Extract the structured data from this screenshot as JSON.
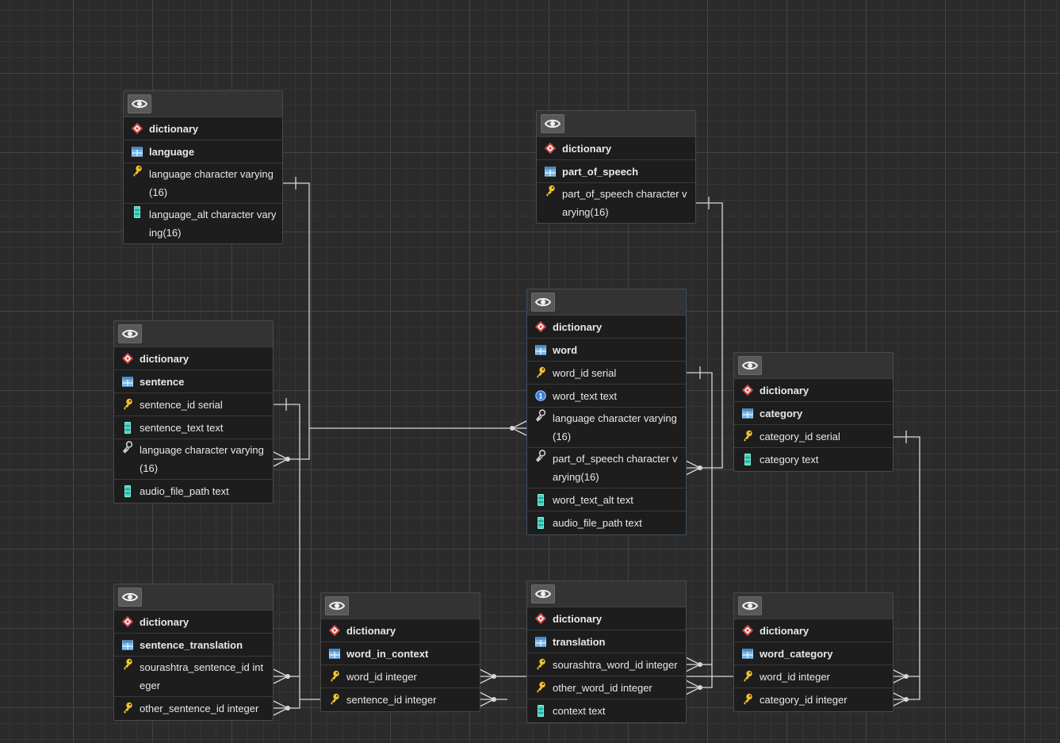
{
  "colors": {
    "canvas": "#2b2b2b",
    "table_bg": "#1d1d1d",
    "header_bg": "#333333",
    "schema_icon": "#d24a4a",
    "table_icon": "#6fb6f0",
    "key_icon": "#f3c12b",
    "column_icon": "#3fd9c2",
    "line": "#d8d8d8"
  },
  "tables": {
    "language": {
      "schema": "dictionary",
      "name": "language",
      "columns": [
        {
          "text": "language character varying (16)",
          "icon": "key-icon"
        },
        {
          "text": "language_alt character varying(16)",
          "icon": "column-icon"
        }
      ]
    },
    "part_of_speech": {
      "schema": "dictionary",
      "name": "part_of_speech",
      "columns": [
        {
          "text": "part_of_speech character varying(16)",
          "icon": "key-icon"
        }
      ]
    },
    "sentence": {
      "schema": "dictionary",
      "name": "sentence",
      "columns": [
        {
          "text": "sentence_id serial",
          "icon": "key-icon"
        },
        {
          "text": "sentence_text text",
          "icon": "column-icon"
        },
        {
          "text": "language character varying (16)",
          "icon": "foreign-key-icon"
        },
        {
          "text": "audio_file_path text",
          "icon": "column-icon"
        }
      ]
    },
    "word": {
      "schema": "dictionary",
      "name": "word",
      "columns": [
        {
          "text": "word_id serial",
          "icon": "key-icon"
        },
        {
          "text": "word_text text",
          "icon": "unique-icon"
        },
        {
          "text": "language character varying (16)",
          "icon": "foreign-key-icon"
        },
        {
          "text": "part_of_speech character varying(16)",
          "icon": "foreign-key-icon"
        },
        {
          "text": "word_text_alt text",
          "icon": "column-icon"
        },
        {
          "text": "audio_file_path text",
          "icon": "column-icon"
        }
      ]
    },
    "category": {
      "schema": "dictionary",
      "name": "category",
      "columns": [
        {
          "text": "category_id serial",
          "icon": "key-icon"
        },
        {
          "text": "category text",
          "icon": "column-icon"
        }
      ]
    },
    "sentence_translation": {
      "schema": "dictionary",
      "name": "sentence_translation",
      "columns": [
        {
          "text": "sourashtra_sentence_id integer",
          "icon": "key-icon"
        },
        {
          "text": "other_sentence_id integer",
          "icon": "key-icon"
        }
      ]
    },
    "word_in_context": {
      "schema": "dictionary",
      "name": "word_in_context",
      "columns": [
        {
          "text": "word_id integer",
          "icon": "key-icon"
        },
        {
          "text": "sentence_id integer",
          "icon": "key-icon"
        }
      ]
    },
    "translation": {
      "schema": "dictionary",
      "name": "translation",
      "columns": [
        {
          "text": "sourashtra_word_id integer",
          "icon": "key-icon"
        },
        {
          "text": "other_word_id integer",
          "icon": "key-icon"
        },
        {
          "text": "context text",
          "icon": "column-icon"
        }
      ]
    },
    "word_category": {
      "schema": "dictionary",
      "name": "word_category",
      "columns": [
        {
          "text": "word_id integer",
          "icon": "key-icon"
        },
        {
          "text": "category_id integer",
          "icon": "key-icon"
        }
      ]
    }
  }
}
